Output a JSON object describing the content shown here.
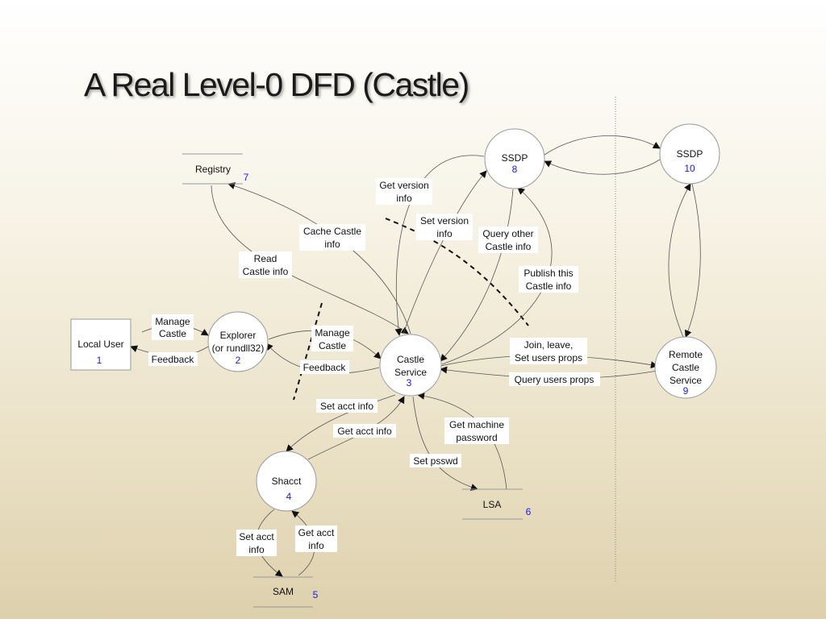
{
  "title": "A Real Level-0 DFD (Castle)",
  "processes": {
    "explorer": {
      "line1": "Explorer",
      "line2": "(or rundll32)",
      "number": "2"
    },
    "castle": {
      "line1": "Castle",
      "line2": "Service",
      "number": "3"
    },
    "shacct": {
      "line1": "Shacct",
      "number": "4"
    },
    "ssdp_local": {
      "line1": "SSDP",
      "number": "8"
    },
    "ssdp_remote": {
      "line1": "SSDP",
      "number": "10"
    },
    "remote_castle": {
      "line1": "Remote",
      "line2": "Castle",
      "line3": "Service",
      "number": "9"
    }
  },
  "entities": {
    "local_user": {
      "label": "Local User",
      "number": "1"
    }
  },
  "stores": {
    "registry": {
      "label": "Registry",
      "number": "7"
    },
    "lsa": {
      "label": "LSA",
      "number": "6"
    },
    "sam": {
      "label": "SAM",
      "number": "5"
    }
  },
  "flows": {
    "manage_castle_user": [
      "Manage",
      "Castle"
    ],
    "feedback_user": [
      "Feedback"
    ],
    "manage_castle_explorer": [
      "Manage",
      "Castle"
    ],
    "feedback_explorer": [
      "Feedback"
    ],
    "read_castle_info": [
      "Read",
      "Castle info"
    ],
    "cache_castle_info": [
      "Cache Castle",
      "info"
    ],
    "get_version_info": [
      "Get version",
      "info"
    ],
    "set_version_info": [
      "Set version",
      "info"
    ],
    "query_other_castle_info": [
      "Query other",
      "Castle info"
    ],
    "publish_castle_info": [
      "Publish this",
      "Castle info"
    ],
    "join_leave": [
      "Join, leave,",
      "Set users props"
    ],
    "query_users_props": [
      "Query users props"
    ],
    "set_acct_info_castle": [
      "Set acct info"
    ],
    "get_acct_info_castle": [
      "Get acct info"
    ],
    "get_machine_password": [
      "Get machine",
      "password"
    ],
    "set_psswd": [
      "Set psswd"
    ],
    "set_acct_info_sam": [
      "Set acct",
      "info"
    ],
    "get_acct_info_sam": [
      "Get acct",
      "info"
    ]
  }
}
